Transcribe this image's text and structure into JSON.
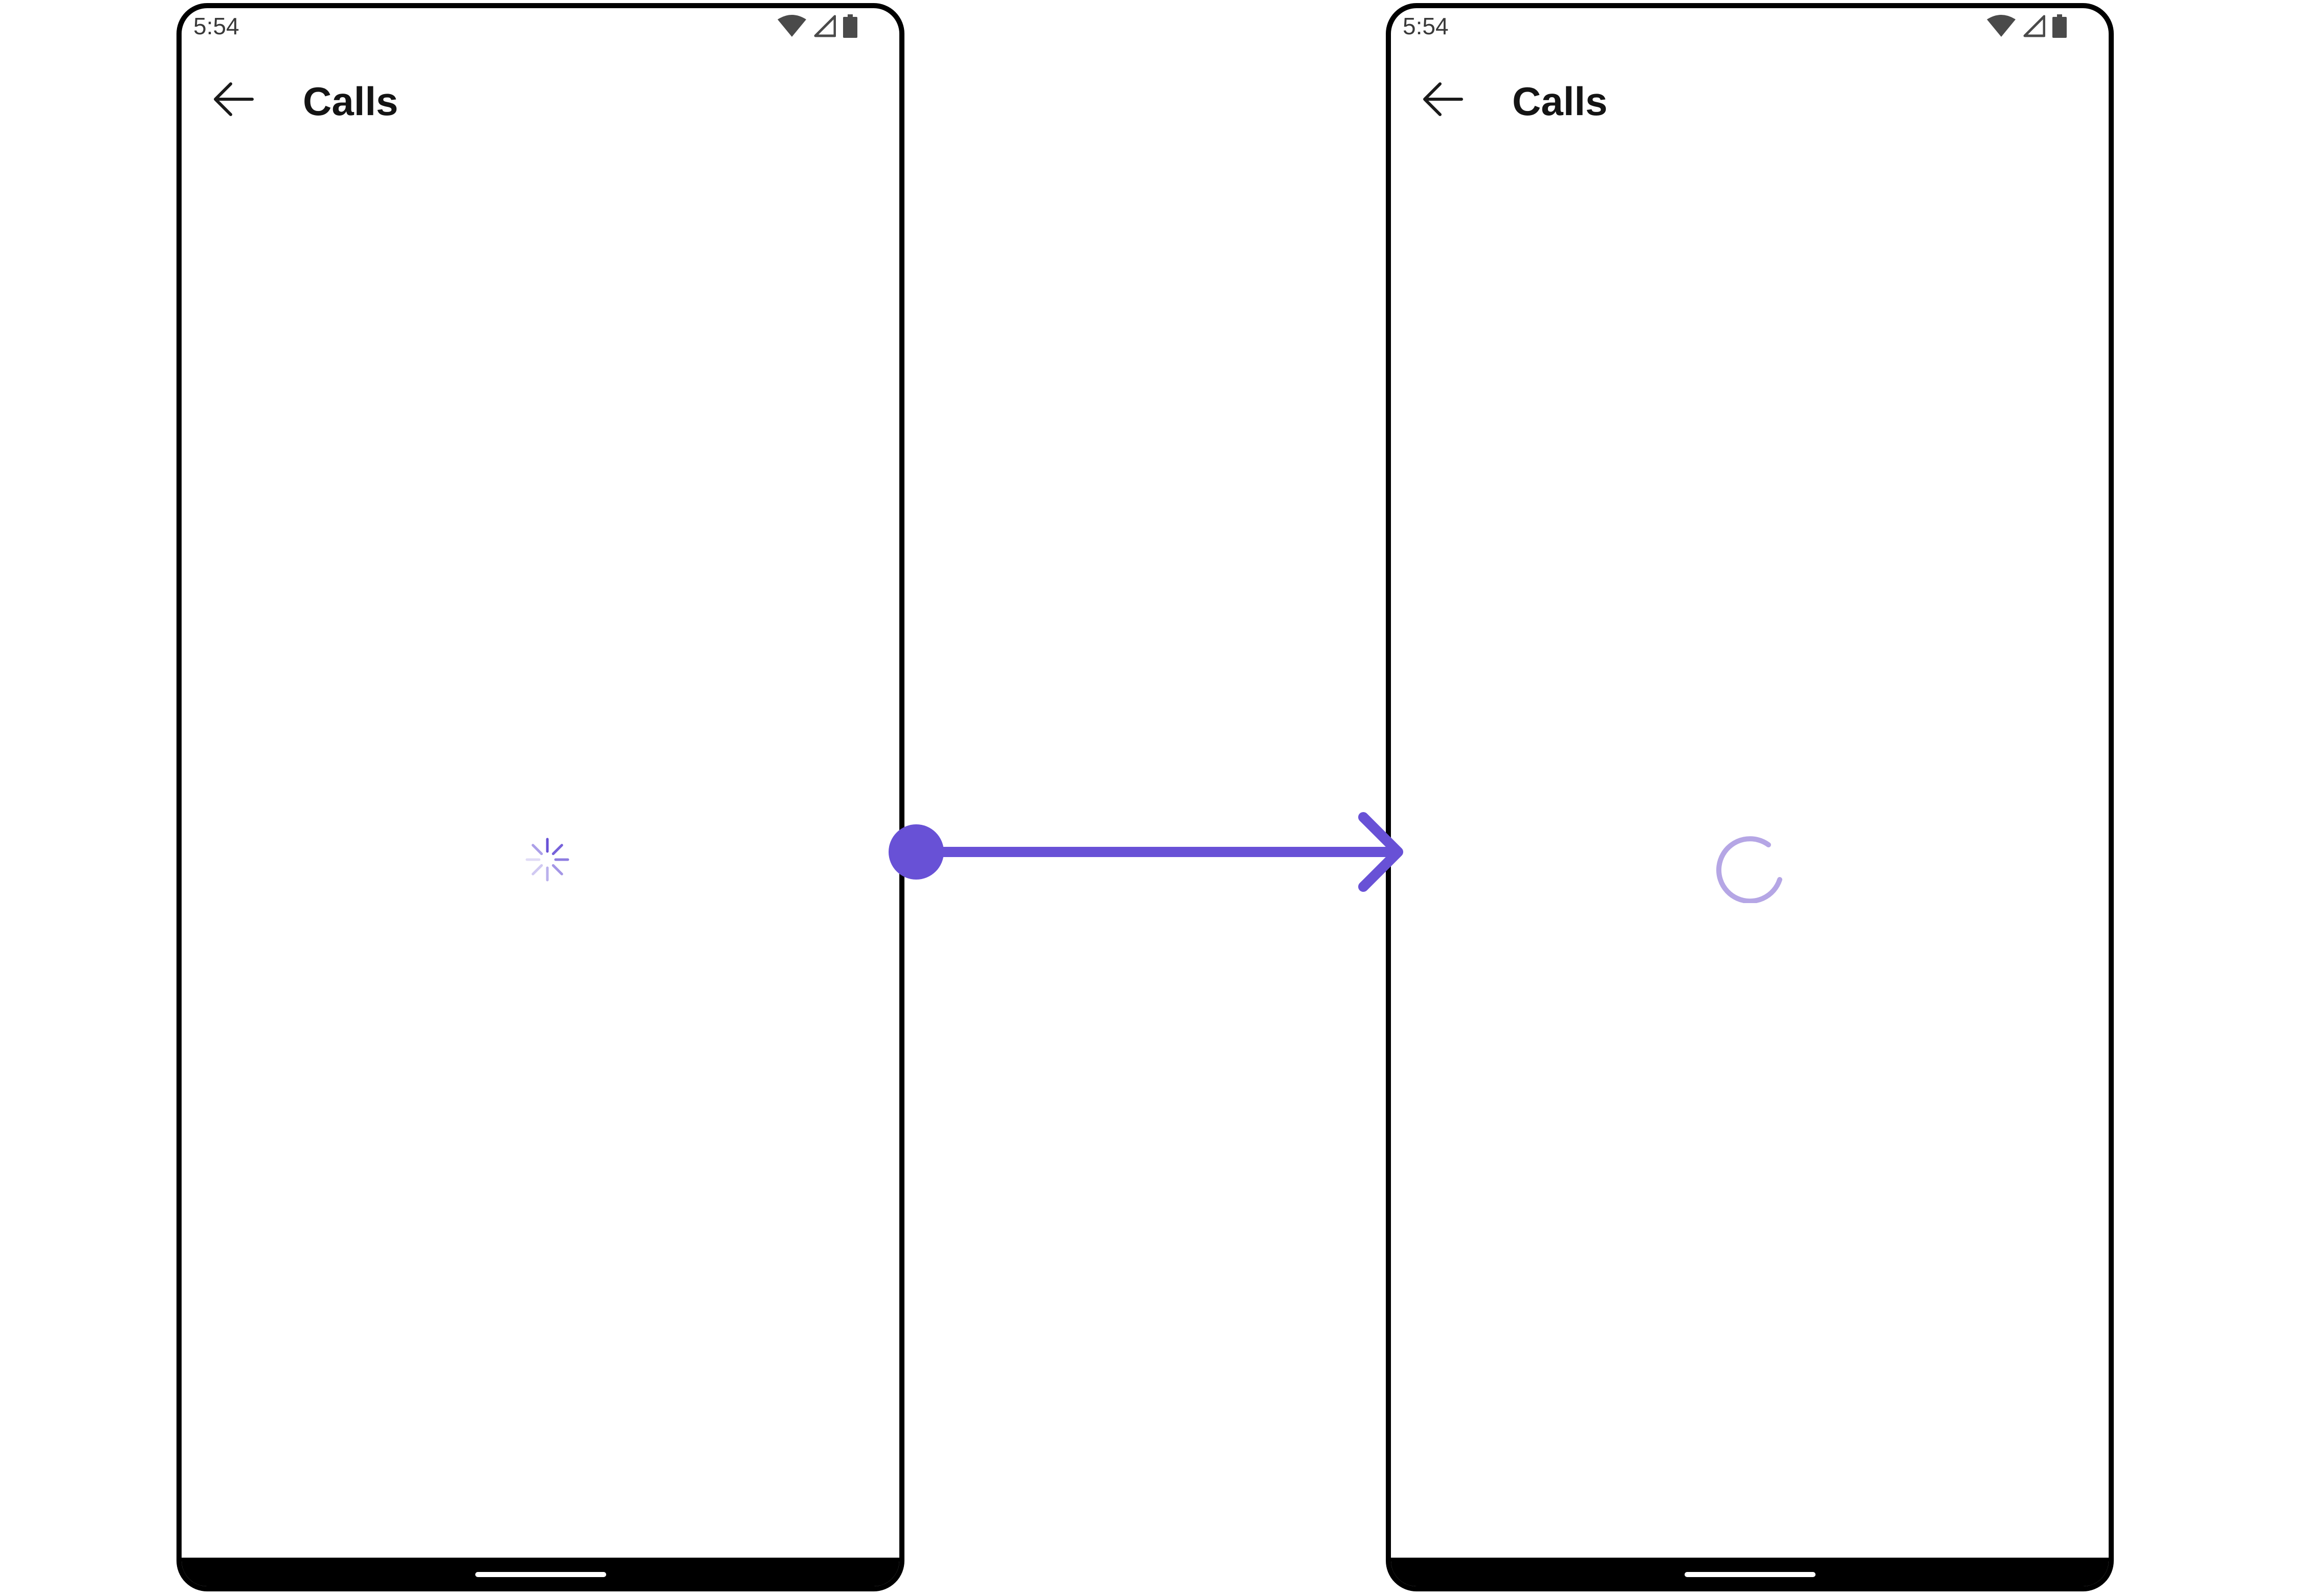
{
  "colors": {
    "accent": "#6851D6",
    "spinner_light": "#B5A6E5",
    "frame": "#000000",
    "title_text": "#141414",
    "status_text": "#3A3A3A"
  },
  "screens": [
    {
      "status_bar": {
        "time": "5:54",
        "icons": [
          "wifi-icon",
          "cell-signal-icon",
          "battery-icon"
        ]
      },
      "app_bar": {
        "back_icon": "arrow-left-icon",
        "title": "Calls"
      },
      "loading_indicator": "ios-activity-spinner-icon"
    },
    {
      "status_bar": {
        "time": "5:54",
        "icons": [
          "wifi-icon",
          "cell-signal-icon",
          "battery-icon"
        ]
      },
      "app_bar": {
        "back_icon": "arrow-left-icon",
        "title": "Calls"
      },
      "loading_indicator": "material-circular-progress-icon"
    }
  ],
  "transition": {
    "icon": "arrow-right-icon",
    "direction": "left-to-right"
  }
}
